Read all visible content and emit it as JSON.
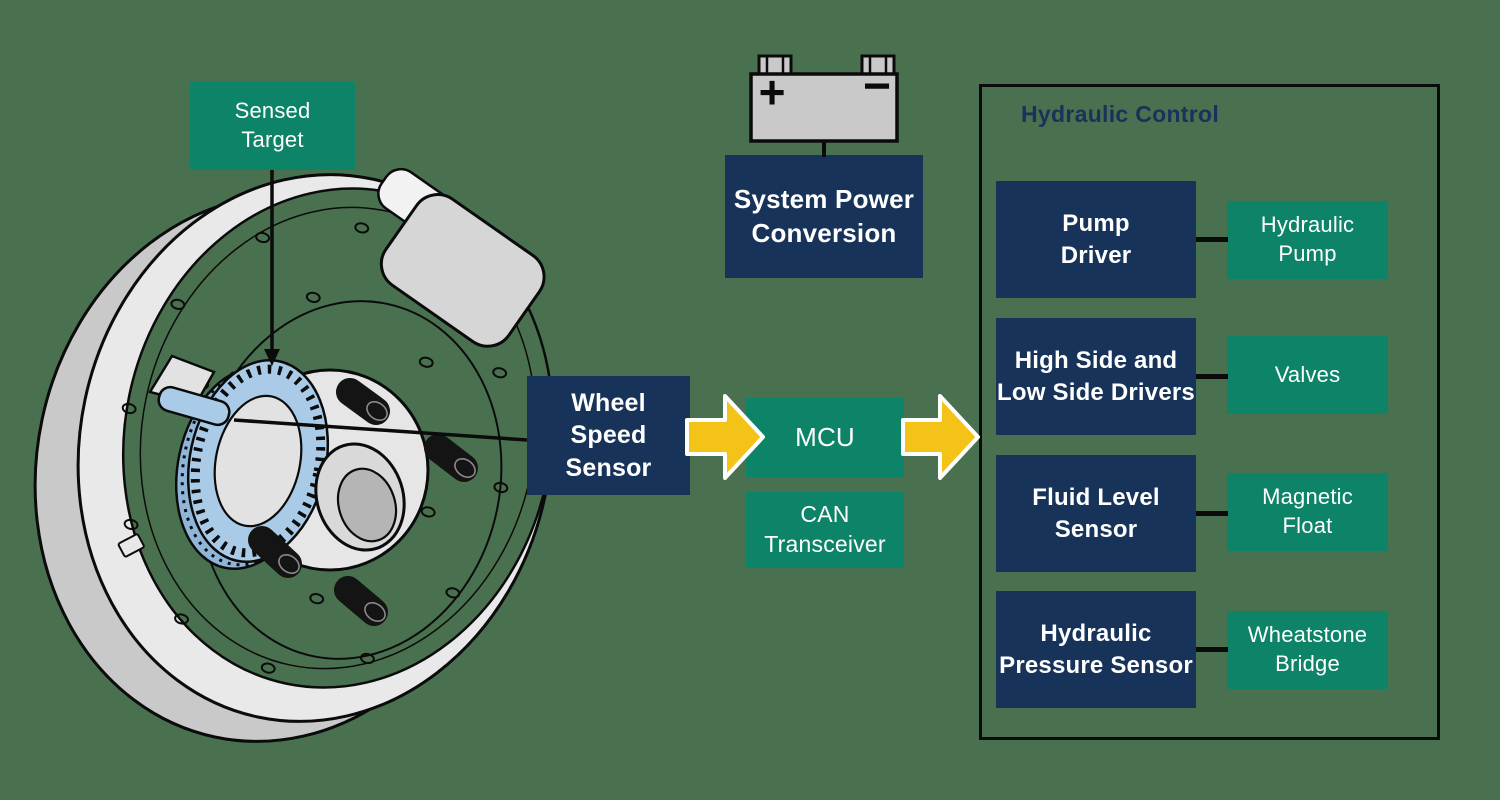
{
  "colors": {
    "background": "#497150",
    "box_navy": "#17335A",
    "box_green": "#0D8468",
    "arrow_yellow": "#F3C317",
    "gear_highlight_blue": "#A9CBE8",
    "line_black": "#0b0b0b"
  },
  "icons": {
    "battery": "car-battery-icon",
    "wheel": "brake-disc-assembly-illustration",
    "flow_arrows": "yellow-right-arrow"
  },
  "blocks": {
    "sensed_target": {
      "line1": "Sensed",
      "line2": "Target"
    },
    "wheel_speed_sensor": {
      "line1": "Wheel",
      "line2": "Speed Sensor"
    },
    "system_power_conversion": {
      "line1": "System Power",
      "line2": "Conversion"
    },
    "mcu": {
      "label": "MCU"
    },
    "can_transceiver": {
      "line1": "CAN",
      "line2": "Transceiver"
    }
  },
  "battery": {
    "plus": "+",
    "minus": "−"
  },
  "hydraulic_control": {
    "title": "Hydraulic Control",
    "rows": [
      {
        "driver": {
          "line1": "Pump",
          "line2": "Driver"
        },
        "component": {
          "line1": "Hydraulic",
          "line2": "Pump"
        }
      },
      {
        "driver": {
          "line1": "High Side and",
          "line2": "Low Side Drivers"
        },
        "component": {
          "label": "Valves"
        }
      },
      {
        "driver": {
          "line1": "Fluid Level",
          "line2": "Sensor"
        },
        "component": {
          "line1": "Magnetic",
          "line2": "Float"
        }
      },
      {
        "driver": {
          "line1": "Hydraulic",
          "line2": "Pressure Sensor"
        },
        "component": {
          "line1": "Wheatstone",
          "line2": "Bridge"
        }
      }
    ]
  }
}
